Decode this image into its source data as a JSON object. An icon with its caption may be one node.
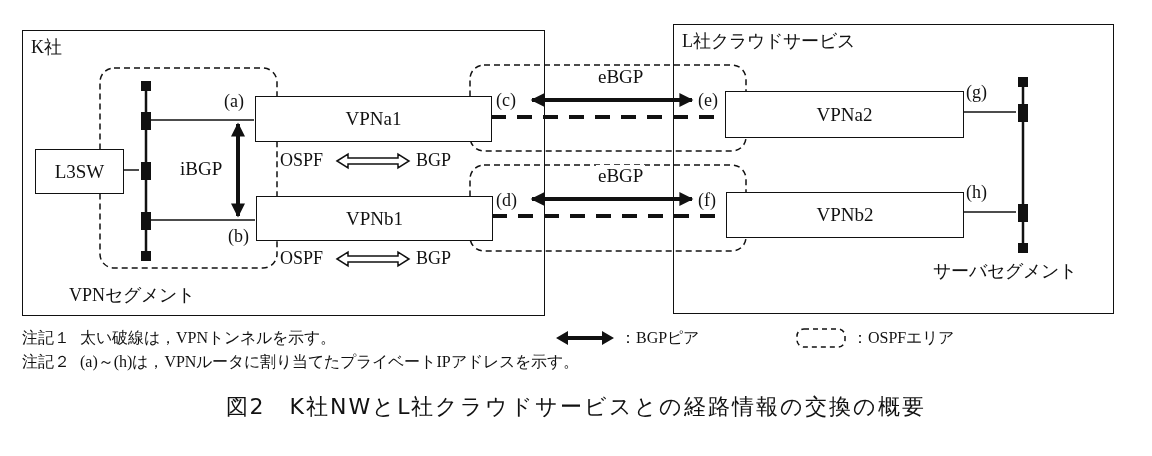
{
  "diagram": {
    "caption": "図2　K社NWとL社クラウドサービスとの経路情報の交換の概要",
    "nodes": [
      {
        "text": [
          "K社"
        ]
      },
      {
        "text": [
          "L社クラウドサービス"
        ]
      },
      {
        "text": [
          "L3SW"
        ],
        "in": 0
      },
      {
        "text": [],
        "shape": "bar",
        "in": 0,
        "beside": [
          "VPNセグメント"
        ]
      },
      {
        "text": [
          "VPNa1"
        ],
        "in": 0
      },
      {
        "text": [
          "VPNb1"
        ],
        "in": 0
      },
      {
        "text": [
          "VPNa2"
        ],
        "in": 1
      },
      {
        "text": [
          "VPNb2"
        ],
        "in": 1
      },
      {
        "text": [],
        "shape": "bar",
        "in": 1,
        "beside": [
          "サーバセグメント"
        ]
      }
    ],
    "edges": [
      {
        "from": 2,
        "to": 3,
        "arrow": "none"
      },
      {
        "from": 3,
        "to": 4,
        "arrow": "none"
      },
      {
        "from": 3,
        "to": 5,
        "arrow": "none"
      },
      {
        "from": 4,
        "to": 5,
        "arrow": "both",
        "style": "thick",
        "label": "iBGP"
      },
      {
        "from": 4,
        "to": 6,
        "arrow": "both",
        "style": "thick",
        "label": "eBGP"
      },
      {
        "from": 4,
        "to": 6,
        "arrow": "none",
        "style": "dashed"
      },
      {
        "from": 5,
        "to": 7,
        "arrow": "both",
        "style": "thick",
        "label": "eBGP"
      },
      {
        "from": 5,
        "to": 7,
        "arrow": "none",
        "style": "dashed"
      },
      {
        "from": 6,
        "to": 8,
        "arrow": "none"
      },
      {
        "from": 7,
        "to": 8,
        "arrow": "none"
      }
    ],
    "labels": [
      "(a)",
      "(c)",
      "(e)",
      "(g)",
      "OSPF",
      "BGP",
      "(h)",
      "(d)",
      "(f)",
      "(b)",
      "OSPF",
      "BGP",
      "注記１",
      "太い破線は，VPNトンネルを示す。",
      "注記２",
      "(a)～(h)は，VPNルータに割り当てたプライベートIPアドレスを示す。"
    ],
    "legend": [
      {
        "text": "：BGPピア"
      },
      {
        "text": "：OSPFエリア"
      }
    ]
  }
}
